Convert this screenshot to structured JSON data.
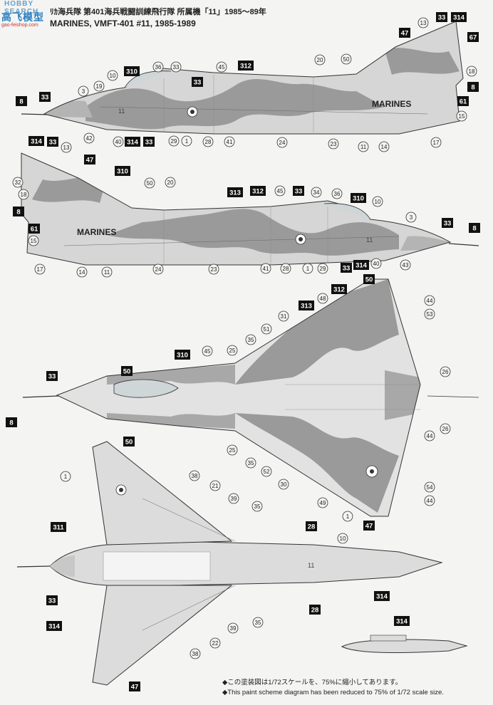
{
  "watermark": {
    "site": "HOBBY SEARCH",
    "cn": "高飞模型",
    "url": "gao-feishop.com"
  },
  "header": {
    "title_jp": "ﾘｶ海兵隊 第401海兵戦闘訓練飛行隊 所属機「11」1985〜89年",
    "title_en": "MARINES, VMFT-401 #11, 1985-1989"
  },
  "notes": {
    "jp": "◆この塗装図は1/72スケールを、75%に縮小してあります。",
    "en": "◆This paint scheme diagram has been reduced to 75% of 1/72 scale size."
  },
  "aircraft": {
    "marking_text": "MARINES",
    "tail_number": "11"
  },
  "views": {
    "left_side": {
      "boxes": [
        "33",
        "314",
        "47",
        "67",
        "8",
        "310",
        "33",
        "312",
        "8",
        "33",
        "61",
        "314",
        "33"
      ],
      "circles": [
        "13",
        "3",
        "19",
        "10",
        "36",
        "33",
        "45",
        "20",
        "50",
        "18",
        "42",
        "40",
        "29",
        "1",
        "28",
        "41",
        "24",
        "23",
        "11",
        "14",
        "15",
        "17"
      ]
    },
    "right_side": {
      "boxes": [
        "314",
        "33",
        "47",
        "310",
        "313",
        "312",
        "33",
        "310",
        "8",
        "61",
        "33",
        "314",
        "33",
        "8"
      ],
      "circles": [
        "13",
        "32",
        "18",
        "50",
        "20",
        "45",
        "34",
        "36",
        "10",
        "3",
        "15",
        "17",
        "14",
        "11",
        "24",
        "23",
        "41",
        "28",
        "1",
        "29",
        "40",
        "43"
      ]
    },
    "top": {
      "boxes": [
        "50",
        "312",
        "313",
        "310",
        "33",
        "50",
        "8",
        "47"
      ],
      "circles": [
        "48",
        "31",
        "51",
        "35",
        "25",
        "45",
        "44",
        "53",
        "26",
        "26",
        "44",
        "25",
        "35",
        "52",
        "30",
        "49",
        "1",
        "54",
        "44"
      ]
    },
    "bottom": {
      "boxes": [
        "50",
        "311",
        "33",
        "314",
        "47",
        "28",
        "28",
        "314",
        "314"
      ],
      "circles": [
        "1",
        "38",
        "21",
        "39",
        "35",
        "10",
        "39",
        "35",
        "22",
        "38"
      ]
    }
  }
}
